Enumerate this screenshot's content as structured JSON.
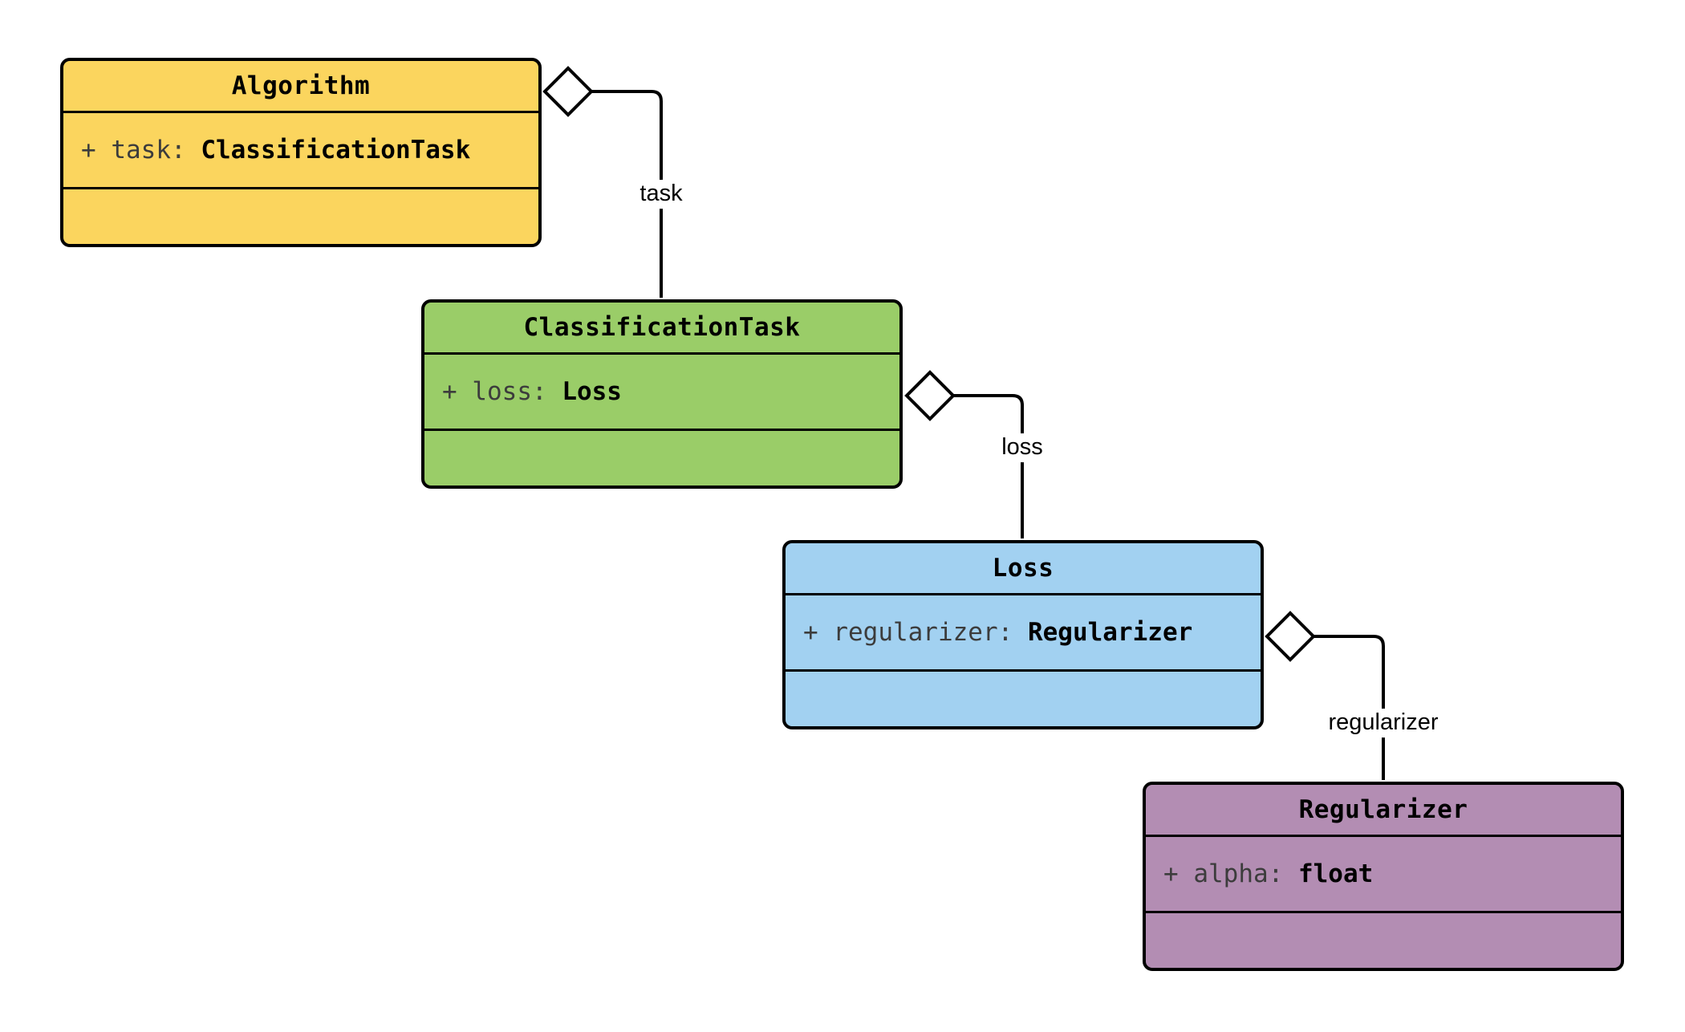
{
  "diagram": {
    "kind": "uml-class-diagram",
    "background_color": "#ffffff",
    "stroke_color": "#000000",
    "attribute_name_color": "#3c3c3c",
    "classes": [
      {
        "title": "Algorithm",
        "attribute_prefix": "+ task: ",
        "attribute_type": "ClassificationTask",
        "fill": "#fbd55e"
      },
      {
        "title": "ClassificationTask",
        "attribute_prefix": "+ loss: ",
        "attribute_type": "Loss",
        "fill": "#9acd68"
      },
      {
        "title": "Loss",
        "attribute_prefix": "+ regularizer: ",
        "attribute_type": "Regularizer",
        "fill": "#a2d1f1"
      },
      {
        "title": "Regularizer",
        "attribute_prefix": "+ alpha: ",
        "attribute_type": "float",
        "fill": "#b38db3"
      }
    ],
    "relations": [
      {
        "from": "Algorithm",
        "to": "ClassificationTask",
        "label": "task",
        "type": "aggregation"
      },
      {
        "from": "ClassificationTask",
        "to": "Loss",
        "label": "loss",
        "type": "aggregation"
      },
      {
        "from": "Loss",
        "to": "Regularizer",
        "label": "regularizer",
        "type": "aggregation"
      }
    ]
  }
}
